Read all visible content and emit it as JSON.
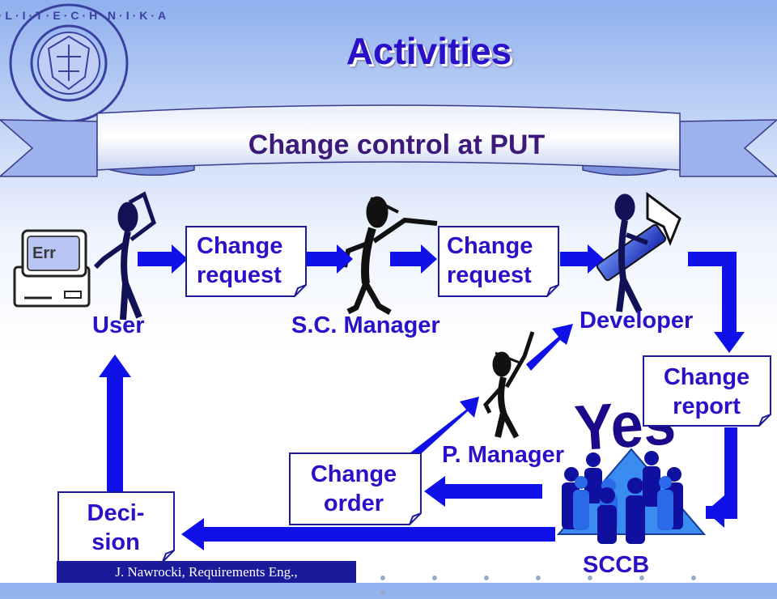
{
  "title": "Activities",
  "banner": "Change control at PUT",
  "logo": {
    "ring_text": "POLITECHNIKA POZNANSKA"
  },
  "computer": {
    "screen_text": "Err"
  },
  "documents": {
    "change_request_1": [
      "Change",
      "request"
    ],
    "change_request_2": [
      "Change",
      "request"
    ],
    "change_report": [
      "Change",
      "report"
    ],
    "change_order": [
      "Change",
      "order"
    ],
    "decision": [
      "Deci-",
      "sion"
    ]
  },
  "actors": {
    "user": "User",
    "sc_manager": "S.C. Manager",
    "developer": "Developer",
    "p_manager": "P. Manager",
    "sccb": "SCCB"
  },
  "yes_stamp": "Yes",
  "footer": "J. Nawrocki, Requirements Eng.,",
  "colors": {
    "arrow": "#1010e8",
    "text": "#2a10c8",
    "footer_bg": "#1a1a9a",
    "yes": "#1a0a8a"
  }
}
